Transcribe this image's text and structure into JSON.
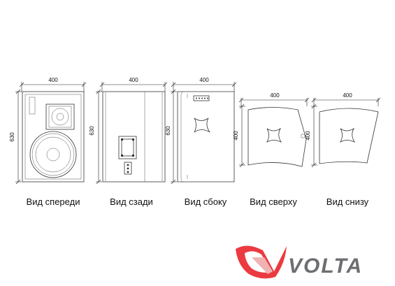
{
  "views": [
    {
      "caption": "Вид спереди",
      "width_label": "400",
      "height_label": "630"
    },
    {
      "caption": "Вид сзади",
      "width_label": "400",
      "height_label": "630"
    },
    {
      "caption": "Вид сбоку",
      "width_label": "400",
      "height_label": "630"
    },
    {
      "caption": "Вид сверху",
      "width_label": "400",
      "height_label": "400"
    },
    {
      "caption": "Вид снизу",
      "width_label": "400",
      "height_label": "400"
    }
  ],
  "logo": {
    "text": "VOLTA",
    "mark_color": "#e8171f",
    "text_color": "#6d6e71"
  }
}
